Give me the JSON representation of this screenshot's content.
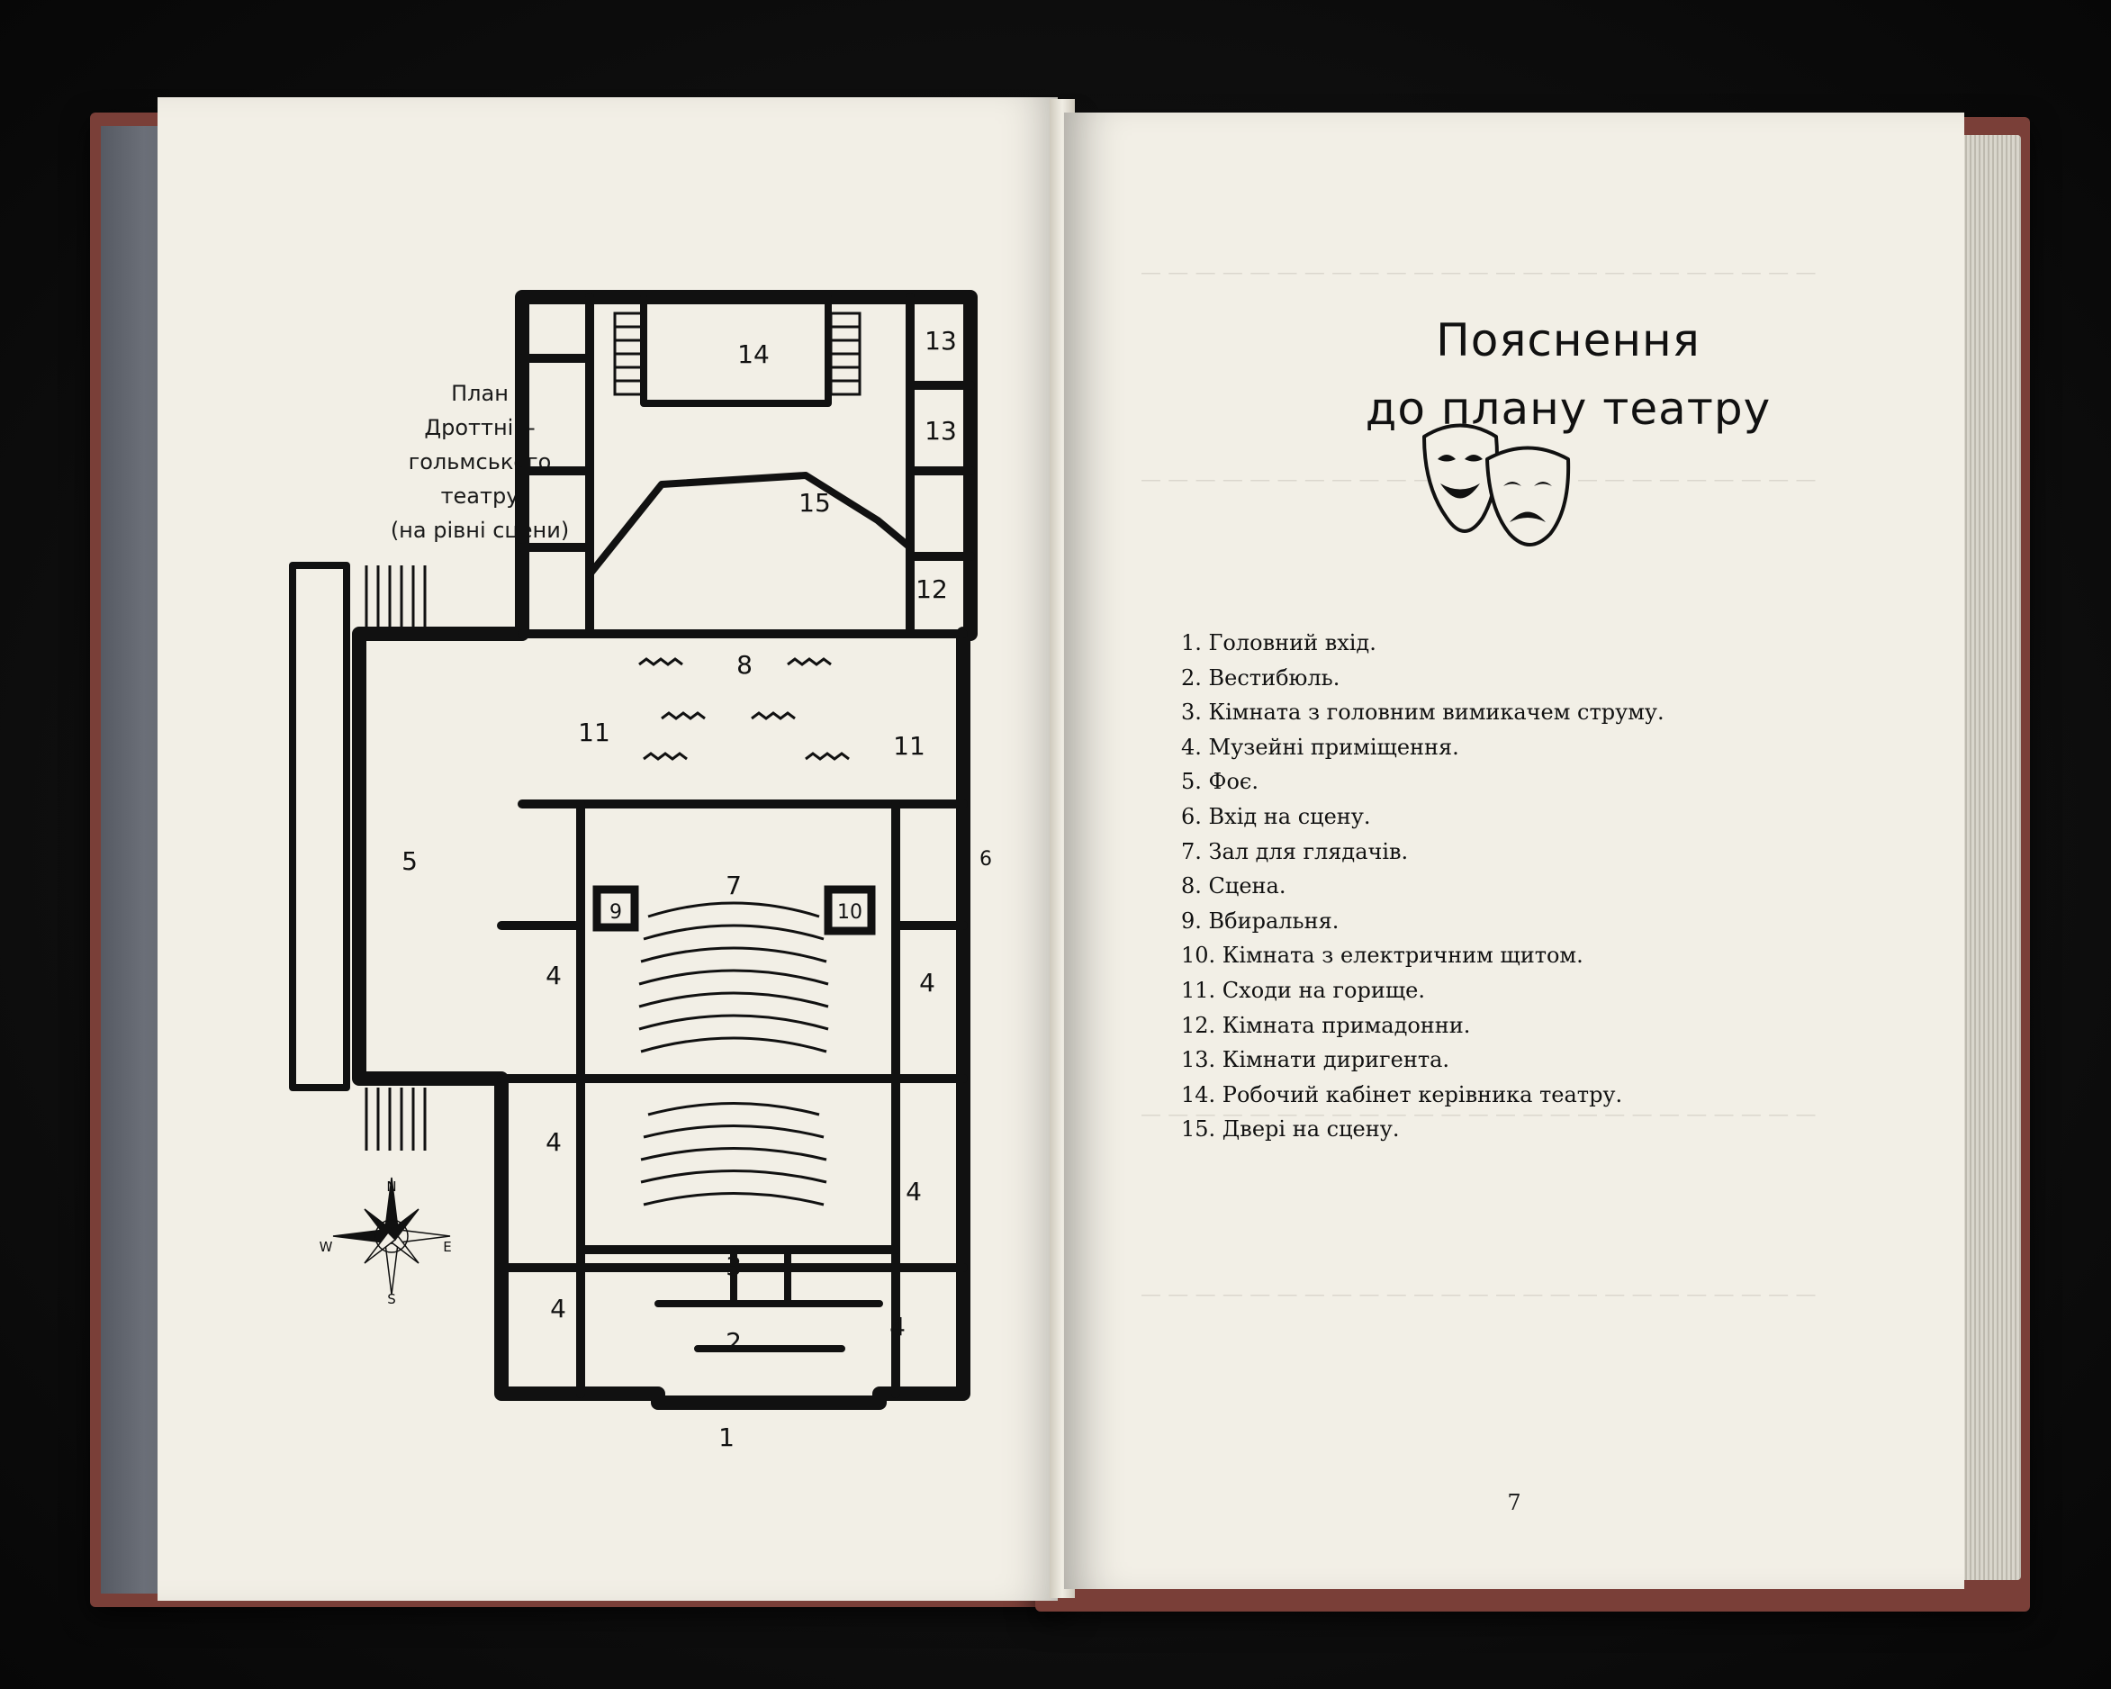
{
  "left_page": {
    "caption": {
      "line1": "План",
      "line2": "Дроттнін-",
      "line3": "гольмського",
      "line4": "театру",
      "line5": "(на рівні сцени)"
    },
    "compass": {
      "north": "N",
      "east": "E",
      "south": "S",
      "west": "W"
    },
    "plan_labels": {
      "r14": "14",
      "r13a": "13",
      "r13b": "13",
      "r15": "15",
      "r12": "12",
      "r8": "8",
      "r11a": "11",
      "r11b": "11",
      "r9": "9",
      "r10": "10",
      "r6": "6",
      "r5": "5",
      "r7": "7",
      "r4a": "4",
      "r4b": "4",
      "r4c": "4",
      "r4d": "4",
      "r4e": "4",
      "r4f": "4",
      "r3": "3",
      "r2": "2",
      "r1": "1"
    }
  },
  "right_page": {
    "title_line1": "Пояснення",
    "title_line2": "до плану театру",
    "icon": "theatre-masks-icon",
    "legend": [
      "1. Головний вхід.",
      "2. Вестибюль.",
      "3. Кімната з головним вимикачем струму.",
      "4. Музейні приміщення.",
      "5. Фоє.",
      "6. Вхід на сцену.",
      "7. Зал для глядачів.",
      "8. Сцена.",
      "9. Вбиральня.",
      "10. Кімната з електричним щитом.",
      "11. Сходи на горище.",
      "12. Кімната примадонни.",
      "13. Кімнати диригента.",
      "14. Робочий кабінет керівника театру.",
      "15. Двері на сцену."
    ],
    "page_number": "7"
  },
  "colors": {
    "paper": "#f2efe6",
    "ink": "#111111",
    "cover": "#7a3f38",
    "background": "#0f0f0f"
  }
}
